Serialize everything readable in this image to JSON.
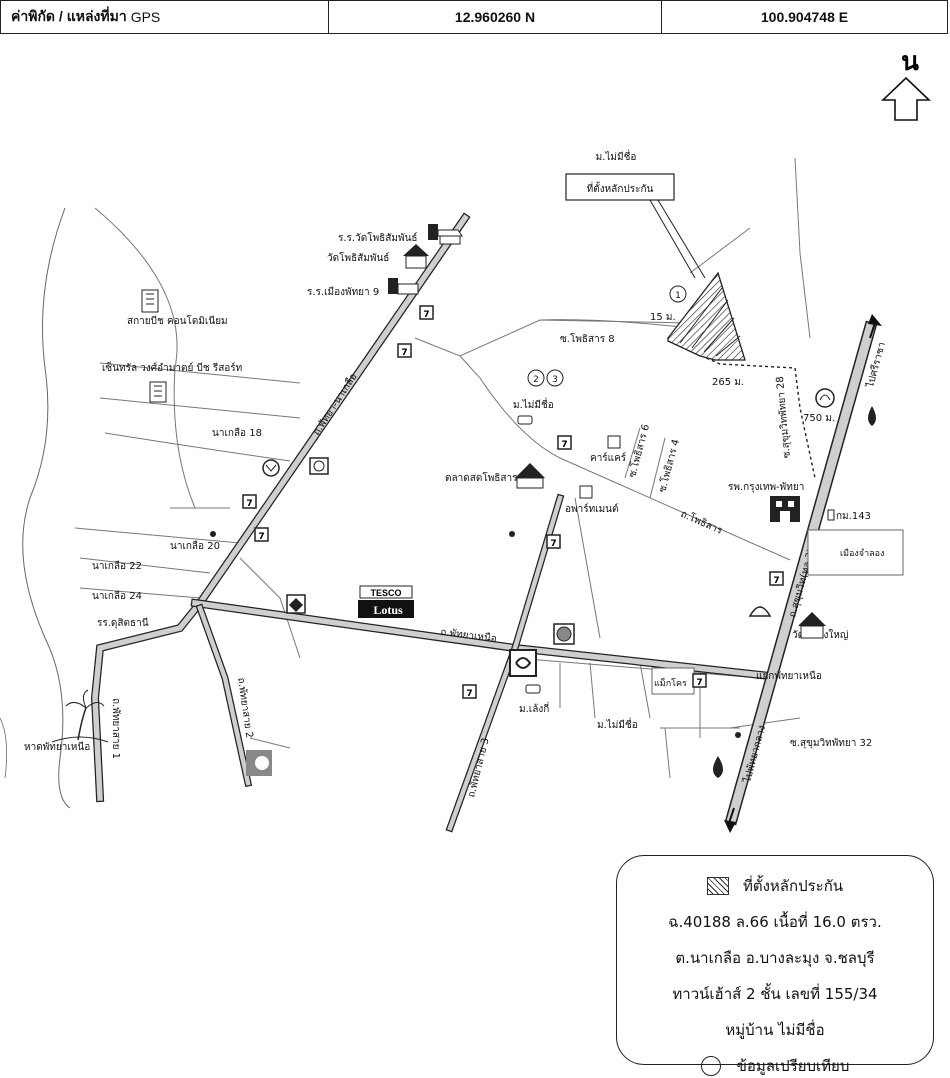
{
  "gps": {
    "label_bold": "ค่าพิกัด / แหล่งที่มา",
    "label_plain": "GPS",
    "lat": "12.960260 N",
    "lon": "100.904748 E"
  },
  "north_label": "น",
  "callout": {
    "line1": "ม.ไม่มีชื่อ",
    "box": "ที่ตั้งหลักประกัน"
  },
  "labels": {
    "school_wat_phot": "ร.ร.วัดโพธิสัมพันธ์",
    "wat_phot": "วัดโพธิสัมพันธ์",
    "school_muang": "ร.ร.เมืองพัทยา 9",
    "skybeach": "สกายบีช คอนโดมิเนียม",
    "central": "เซ็นทรัล วงศ์อำมาตย์ บีช รีสอร์ท",
    "market": "ตลาดสดโพธิสาร",
    "apartment": "อพาร์ทเมนต์",
    "carcare": "คาร์แคร์",
    "hospital": "รพ.กรุงเทพ-พัทยา",
    "km143": "กม.143",
    "sanctuary": "เมืองจำลอง",
    "wat_nongyai": "วัดหนองใหญ่",
    "dusit": "รร.ดุสิตธานี",
    "beach": "หาดพัทยาเหนือ",
    "moo_noname_2": "ม.ไม่มีชื่อ",
    "moo_noname_3": "ม.ไม่มีชื่อ",
    "moo_lengki": "ม.เล้งกี่",
    "makro": "แม็กโคร",
    "junction": "แยกพัทยาเหนือ",
    "tesco": "TESCO",
    "lotus": "Lotus",
    "dist_15": "15 ม.",
    "dist_265": "265 ม.",
    "dist_750": "750 ม.",
    "num1": "1",
    "num2": "2",
    "num3": "3"
  },
  "roads": {
    "naklua_road": "ถ.พัทยา-นาเกลือ",
    "nuea_road": "ถ.พัทยาเหนือ",
    "sukhumvit": "ถ.สุขุมวิท(ทล.3)",
    "photisan": "ถ.โพธิสาร",
    "soi_photisan8": "ซ.โพธิสาร 8",
    "soi_photisan6": "ซ.โพธิสาร 6",
    "soi_photisan4": "ซ.โพธิสาร 4",
    "soi_sukhumvit28": "ซ.สุขุมวิทพัทยา 28",
    "soi_sukhumvit32": "ซ.สุขุมวิทพัทยา 32",
    "naklua18": "นาเกลือ 18",
    "naklua20": "นาเกลือ 20",
    "naklua22": "นาเกลือ 22",
    "naklua24": "นาเกลือ 24",
    "pattaya_sai1": "ถ.พัทยาสาย 1",
    "pattaya_sai2": "ถ.พัทยาสาย 2",
    "pattaya_sai3": "ถ.พัทยาสาย 3",
    "to_sriracha": "ไปศรีราชา",
    "to_pattaya_klang": "ไปพัทยากลาง"
  },
  "legend": {
    "title": "ที่ตั้งหลักประกัน",
    "line1": "ฉ.40188 ล.66 เนื้อที่ 16.0 ตรว.",
    "line2": "ต.นาเกลือ อ.บางละมุง จ.ชลบุรี",
    "line3": "ทาวน์เฮ้าส์ 2 ชั้น เลขที่ 155/34",
    "line4": "หมู่บ้าน ไม่มีชื่อ",
    "compare": "ข้อมูลเปรียบเทียบ"
  },
  "icons": [
    "north-arrow-icon",
    "seven-eleven-icon",
    "building-icon",
    "school-icon",
    "temple-icon",
    "bank-icon",
    "gas-station-icon",
    "shell-icon",
    "palm-beach-icon",
    "market-icon",
    "hospital-icon"
  ]
}
